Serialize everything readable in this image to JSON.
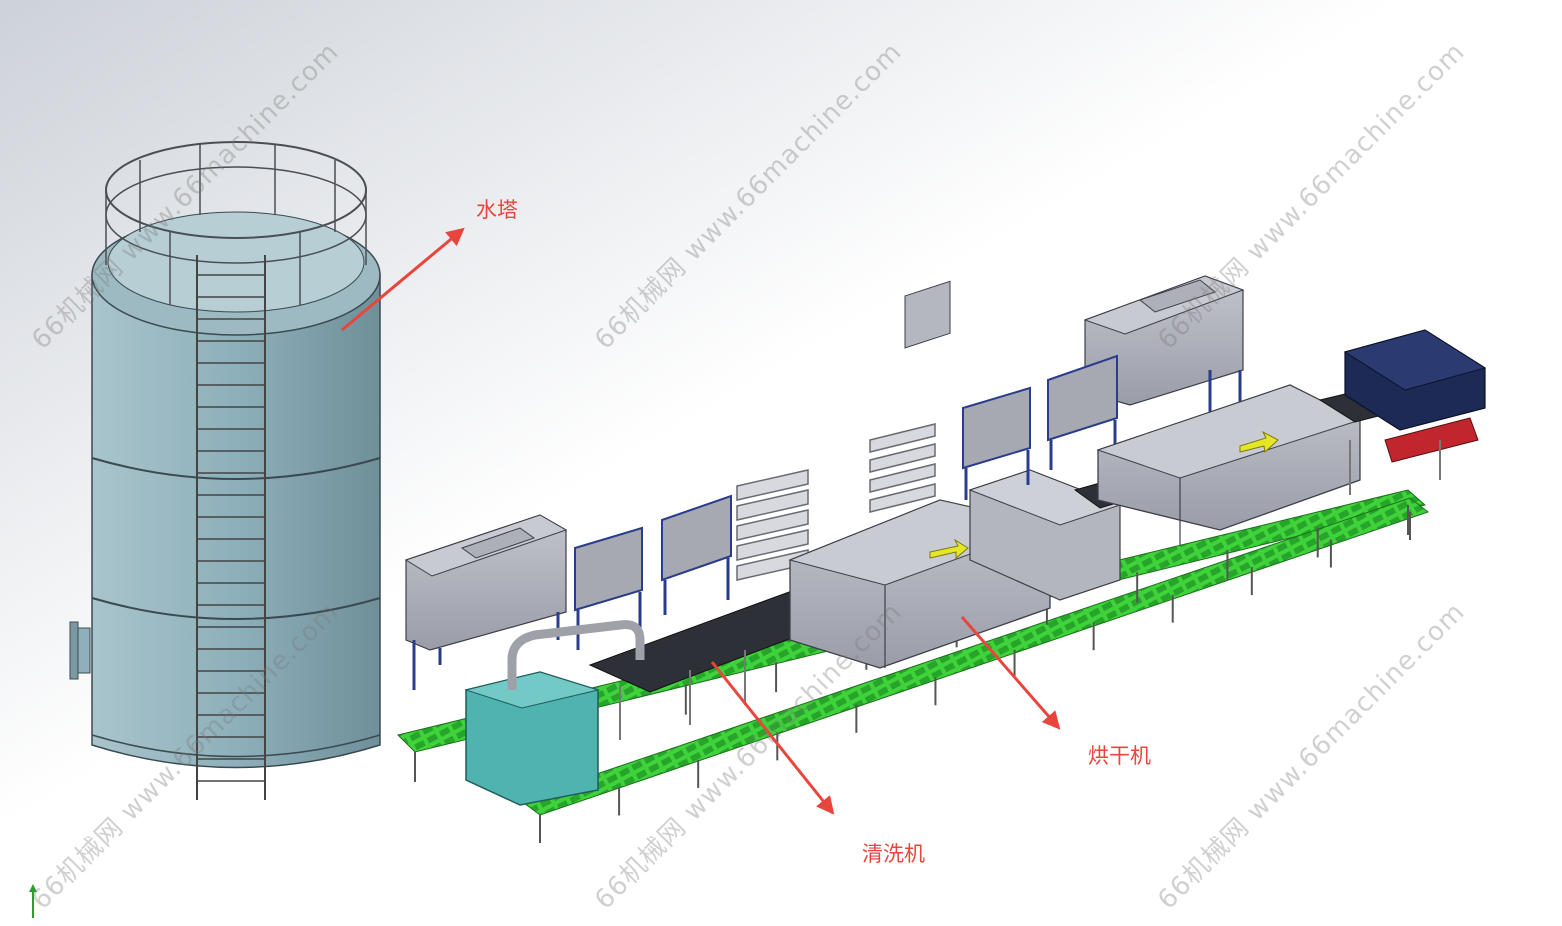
{
  "labels": {
    "water_tower": "水塔",
    "washer": "清洗机",
    "dryer": "烘干机"
  },
  "watermark": {
    "text": "66机械网 www.66machine.com"
  },
  "colors": {
    "callout": "#e8463c",
    "tank": "#8fb3bd",
    "machine": "#a5a7b2",
    "conveyor_green": "#3fd23a",
    "frame_blue": "#2a3c8c",
    "water_box": "#4fb3b0",
    "hopper": "#1d2a55",
    "red_tray": "#c0262c"
  }
}
